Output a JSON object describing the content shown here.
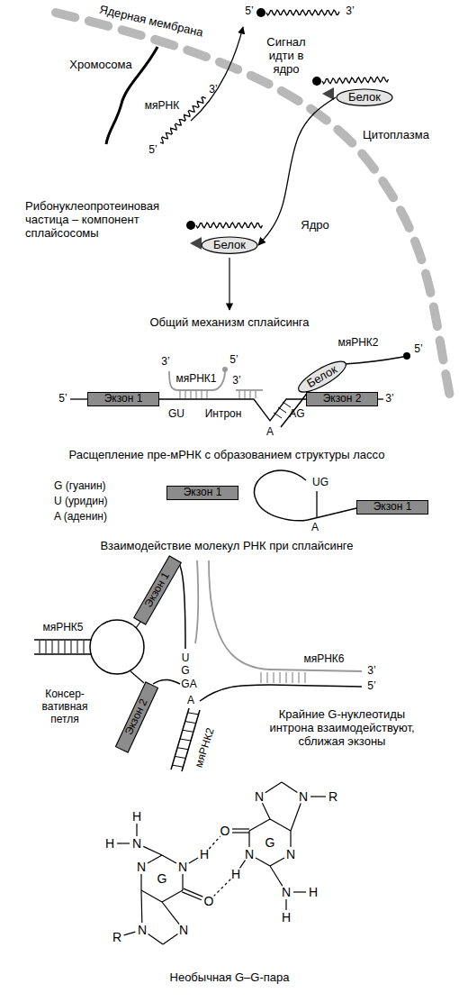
{
  "diagram": {
    "nodes": [
      {
        "text": [
          "Белок"
        ]
      },
      {
        "text": [
          "Белок"
        ]
      },
      {
        "text": [
          "Белок"
        ]
      },
      {
        "text": [
          "Экзон 1"
        ]
      },
      {
        "text": [
          "Экзон 2"
        ]
      },
      {
        "text": [
          "Экзон 1"
        ]
      },
      {
        "text": [
          "Экзон 1"
        ]
      },
      {
        "text": [
          "Экзон 1"
        ]
      },
      {
        "text": [
          "Экзон 2"
        ]
      }
    ],
    "edges": [
      {
        "from": 0,
        "to": 1,
        "arrow": "to"
      },
      {
        "from": 3,
        "to": 4,
        "arrow": "none"
      }
    ],
    "labels": [
      "Ядерная мембрана",
      "Хромосома",
      "3’",
      "мяРНК",
      "5’",
      "5’",
      "3’",
      "Сигнал идти в ядро",
      "Цитоплазма",
      "Рибонуклеопротеиновая частица – компонент сплайсосомы",
      "Ядро",
      "Общий механизм сплайсинга",
      "мяРНК2",
      "5’",
      "3’",
      "мяРНК1",
      "5’",
      "3’",
      "5’",
      "3’",
      "GU",
      "Интрон",
      "A",
      "AG",
      "Расщепление пре-мРНК с образованием структуры лассо",
      "G (гуанин)",
      "U (уридин)",
      "A (аденин)",
      "UG",
      "A",
      "Взаимодействие молекул РНК при сплайсинге",
      "мяРНК5",
      "U",
      "G",
      "GA",
      "A",
      "Консер- вативная петля",
      "мяРНК2",
      "мяРНК6",
      "3’",
      "5’",
      "Крайние G-нуклеотиды интрона взаимодействуют, сближая экзоны",
      "N",
      "N",
      "R",
      "H",
      "O",
      "G",
      "H",
      "N",
      "H",
      "N",
      "N",
      "N",
      "N",
      "H",
      "G",
      "N",
      "H",
      "O",
      "H",
      "N",
      "N",
      "R",
      "Необычная G–G-пара"
    ]
  }
}
